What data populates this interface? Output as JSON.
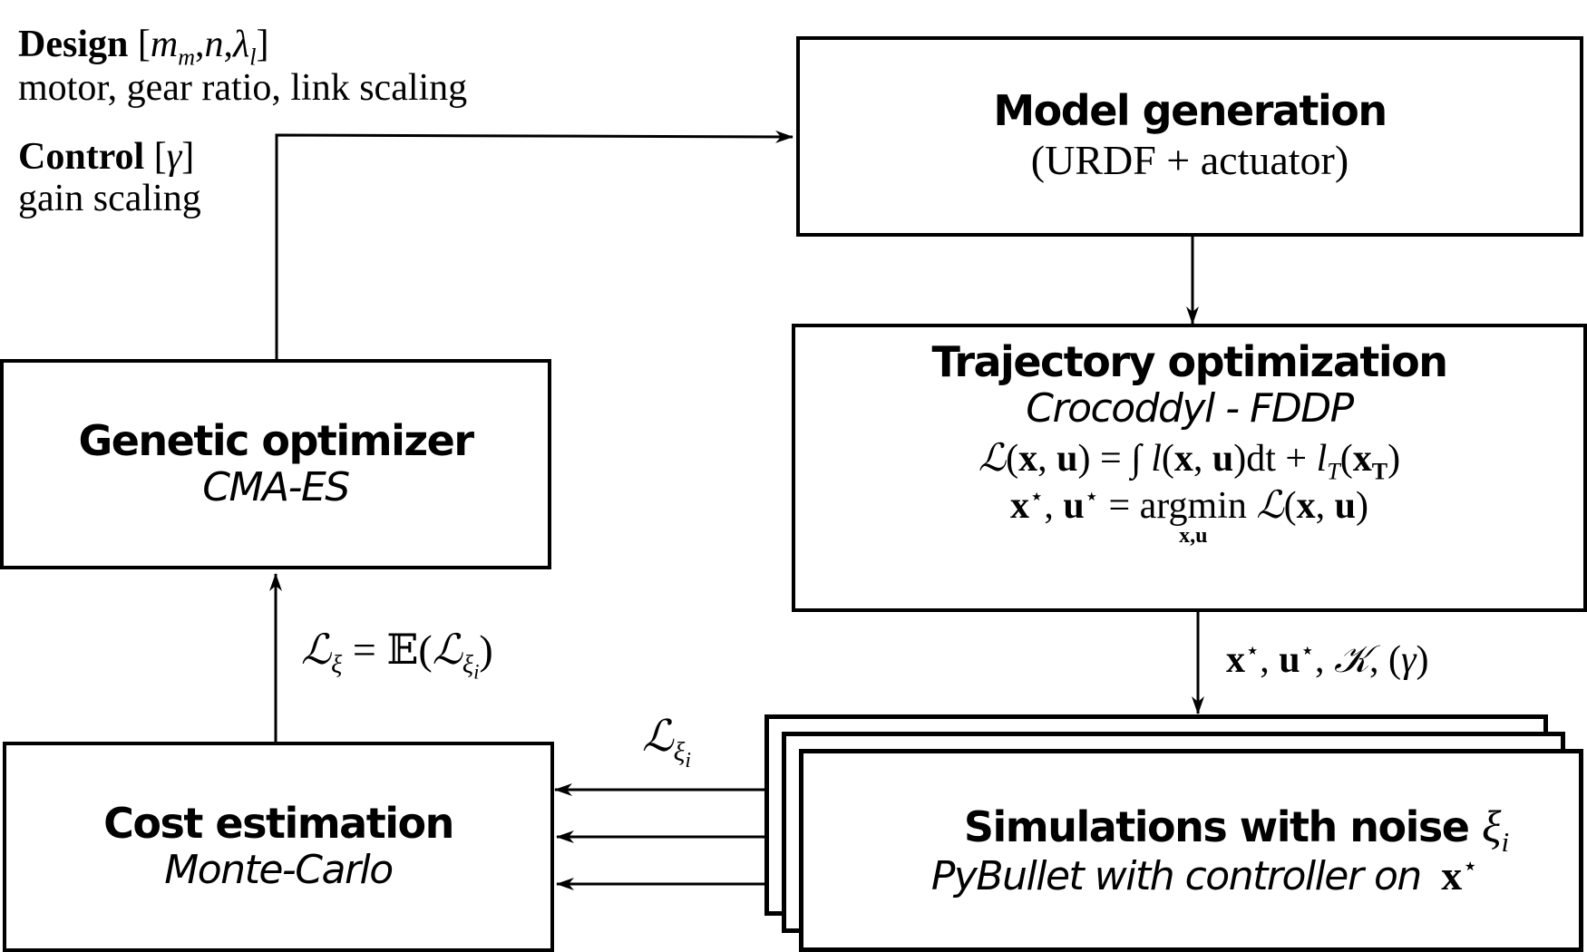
{
  "inputs": {
    "design": {
      "label": "Design",
      "params": "[m_m, n, λ_l]",
      "param_parts": [
        "m",
        "m",
        "n",
        "λ",
        "l"
      ],
      "description": "motor, gear ratio, link scaling"
    },
    "control": {
      "label": "Control",
      "params": "[γ]",
      "param_symbol": "γ",
      "description": "gain scaling"
    }
  },
  "blocks": {
    "model_generation": {
      "title": "Model generation",
      "subtitle": "(URDF + actuator)"
    },
    "trajectory_optimization": {
      "title": "Trajectory optimization",
      "subtitle": "Crocoddyl - FDDP",
      "equation_1": "ℒ(x, u) = ∫ l(x, u)dt + l_T(x_T)",
      "equation_2": "x⋆, u⋆ = argmin_{x,u} ℒ(x, u)"
    },
    "genetic_optimizer": {
      "title": "Genetic optimizer",
      "subtitle": "CMA-ES"
    },
    "cost_estimation": {
      "title": "Cost estimation",
      "subtitle": "Monte-Carlo"
    },
    "simulations": {
      "title": "Simulations with noise",
      "noise_symbol": "ξ",
      "noise_index": "i",
      "subtitle": "PyBullet with controller on",
      "subtitle_symbol": "x⋆",
      "stack_count": 3
    }
  },
  "edges": {
    "traj_to_sim": {
      "label": "x⋆, u⋆, 𝒦, (γ)"
    },
    "sim_to_cost": {
      "label": "ℒ_{ξ_i}",
      "arrow_count": 3
    },
    "cost_to_genetic": {
      "label": "ℒ_ξ = 𝔼(ℒ_{ξ_i})"
    },
    "genetic_to_model": {
      "label": ""
    },
    "model_to_traj": {
      "label": ""
    }
  },
  "symbols": {
    "L": "ℒ",
    "E": "𝔼",
    "K": "𝒦",
    "star": "⋆",
    "xi": "ξ",
    "i": "i",
    "eq": "=",
    "x": "x",
    "u": "u",
    "T": "T",
    "l": "l",
    "integral": "∫",
    "dt": "dt",
    "plus": "+",
    "argmin": "argmin",
    "argmin_sub": "x,u",
    "gamma": "γ",
    "open_paren": "(",
    "close_paren": ")",
    "comma": ","
  }
}
